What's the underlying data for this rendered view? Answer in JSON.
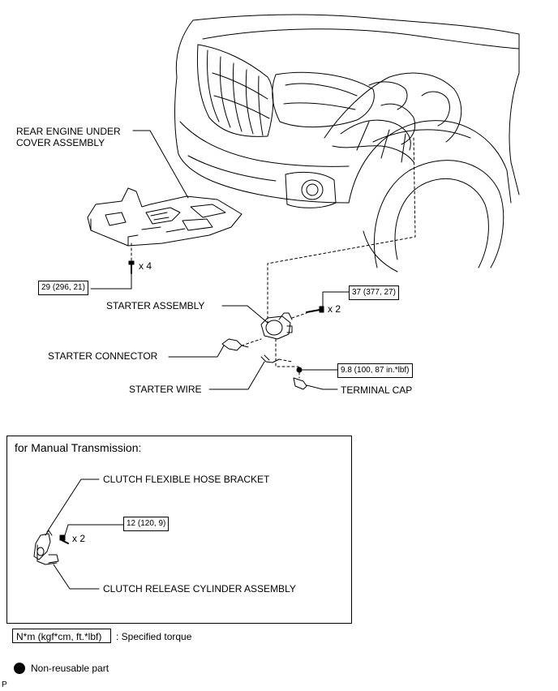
{
  "labels": {
    "rear_cover_line1": "REAR ENGINE UNDER",
    "rear_cover_line2": "COVER ASSEMBLY",
    "starter_assembly": "STARTER ASSEMBLY",
    "starter_connector": "STARTER CONNECTOR",
    "starter_wire": "STARTER WIRE",
    "terminal_cap": "TERMINAL CAP"
  },
  "torques": {
    "cover_bolt": "29 (296, 21)",
    "starter_bolt": "37 (377, 27)",
    "terminal_nut": "9.8 (100, 87 in.*lbf)",
    "clutch_bolt": "12 (120, 9)"
  },
  "quantities": {
    "cover_bolt": "x 4",
    "starter_bolt": "x 2",
    "clutch_bolt": "x 2"
  },
  "manual_transmission": {
    "title": "for Manual Transmission:",
    "hose_bracket": "CLUTCH FLEXIBLE HOSE BRACKET",
    "release_cylinder": "CLUTCH RELEASE CYLINDER ASSEMBLY"
  },
  "legend": {
    "torque_unit": "N*m (kgf*cm, ft.*lbf)",
    "torque_desc": ": Specified torque",
    "non_reusable": "Non-reusable part"
  },
  "footer_code": "P"
}
